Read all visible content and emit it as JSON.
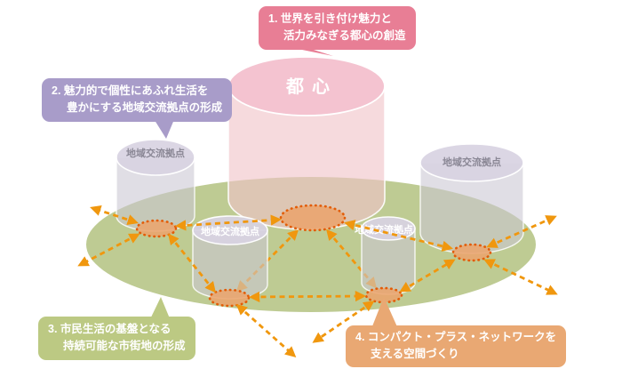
{
  "callouts": [
    {
      "id": 1,
      "line1": "1. 世界を引き付け魅力と",
      "line2": "活力みなぎる都心の創造",
      "color": "#e87e95"
    },
    {
      "id": 2,
      "line1": "2. 魅力的で個性にあふれ生活を",
      "line2": "豊かにする地域交流拠点の形成",
      "color": "#a89cc9"
    },
    {
      "id": 3,
      "line1": "3. 市民生活の基盤となる",
      "line2": "持続可能な市街地の形成",
      "color": "#bcc983"
    },
    {
      "id": 4,
      "line1": "4. コンパクト・プラス・ネットワークを",
      "line2": "支える空間づくり",
      "color": "#e9a873"
    }
  ],
  "cylinders": {
    "core_label": "都心",
    "hub_label": "地域交流拠点",
    "hub_count": 4
  },
  "colors": {
    "urban_area_green": "#bac88d",
    "core_cylinder_pink": "#f4c3d0",
    "hub_cylinder_gray": "#d8d3e2",
    "network_node_orange": "#eba46d",
    "network_arrow_orange": "#f0970e"
  }
}
